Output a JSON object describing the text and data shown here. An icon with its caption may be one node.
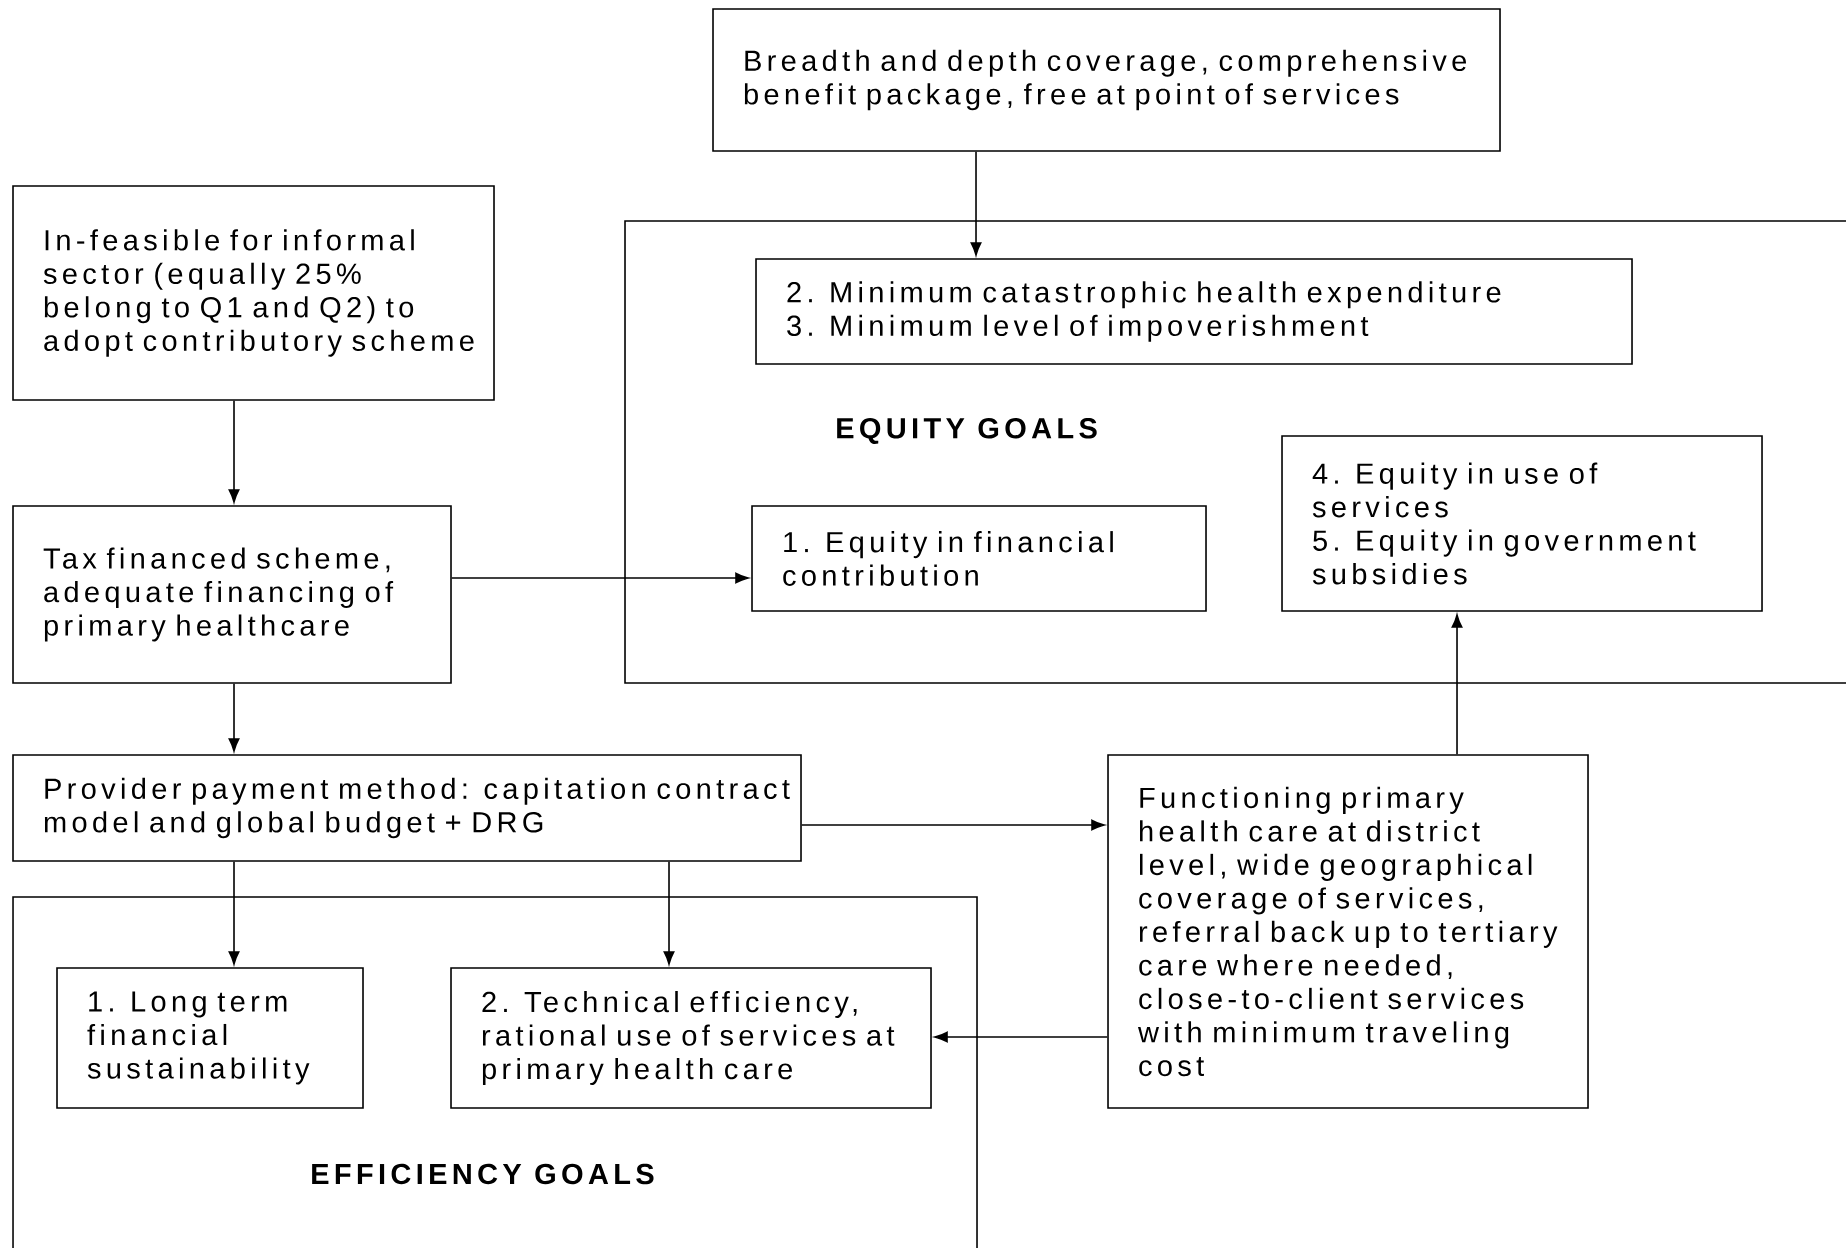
{
  "diagram": {
    "nodes": [
      {
        "text": [
          "Breadth and depth coverage, comprehensive benefit package, free at point of services"
        ]
      },
      {
        "text": [
          "EQUITY GOALS"
        ]
      },
      {
        "text": [
          "2. Minimum catastrophic health expenditure",
          "3. Minimum level of impoverishment"
        ],
        "in": 1
      },
      {
        "text": [
          "1. Equity in financial contribution"
        ],
        "in": 1
      },
      {
        "text": [
          "4. Equity in use of services",
          "5. Equity in government subsidies"
        ],
        "in": 1
      },
      {
        "text": [
          "In-feasible for informal sector (equally 25% belong to Q1 and Q2) to adopt contributory scheme"
        ]
      },
      {
        "text": [
          "Tax financed scheme, adequate financing of primary healthcare"
        ]
      },
      {
        "text": [
          "Provider payment method: capitation contract model and global budget + DRG"
        ]
      },
      {
        "text": [
          "EFFICIENCY GOALS"
        ]
      },
      {
        "text": [
          "1. Long term financial sustainability"
        ],
        "in": 8
      },
      {
        "text": [
          "2. Technical efficiency, rational use of services at primary health care"
        ],
        "in": 8
      },
      {
        "text": [
          "Functioning primary health care at district level, wide geographical coverage of services, referral back up to tertiary care where needed, close-to-client services with minimum traveling cost"
        ]
      }
    ],
    "edges": [
      {
        "from": 0,
        "to": 2,
        "arrow": "to"
      },
      {
        "from": 5,
        "to": 6,
        "arrow": "to"
      },
      {
        "from": 6,
        "to": 3,
        "arrow": "to"
      },
      {
        "from": 6,
        "to": 7,
        "arrow": "to"
      },
      {
        "from": 7,
        "to": 9,
        "arrow": "to"
      },
      {
        "from": 7,
        "to": 10,
        "arrow": "to"
      },
      {
        "from": 7,
        "to": 11,
        "arrow": "to"
      },
      {
        "from": 11,
        "to": 4,
        "arrow": "to"
      },
      {
        "from": 11,
        "to": 10,
        "arrow": "to"
      }
    ]
  }
}
